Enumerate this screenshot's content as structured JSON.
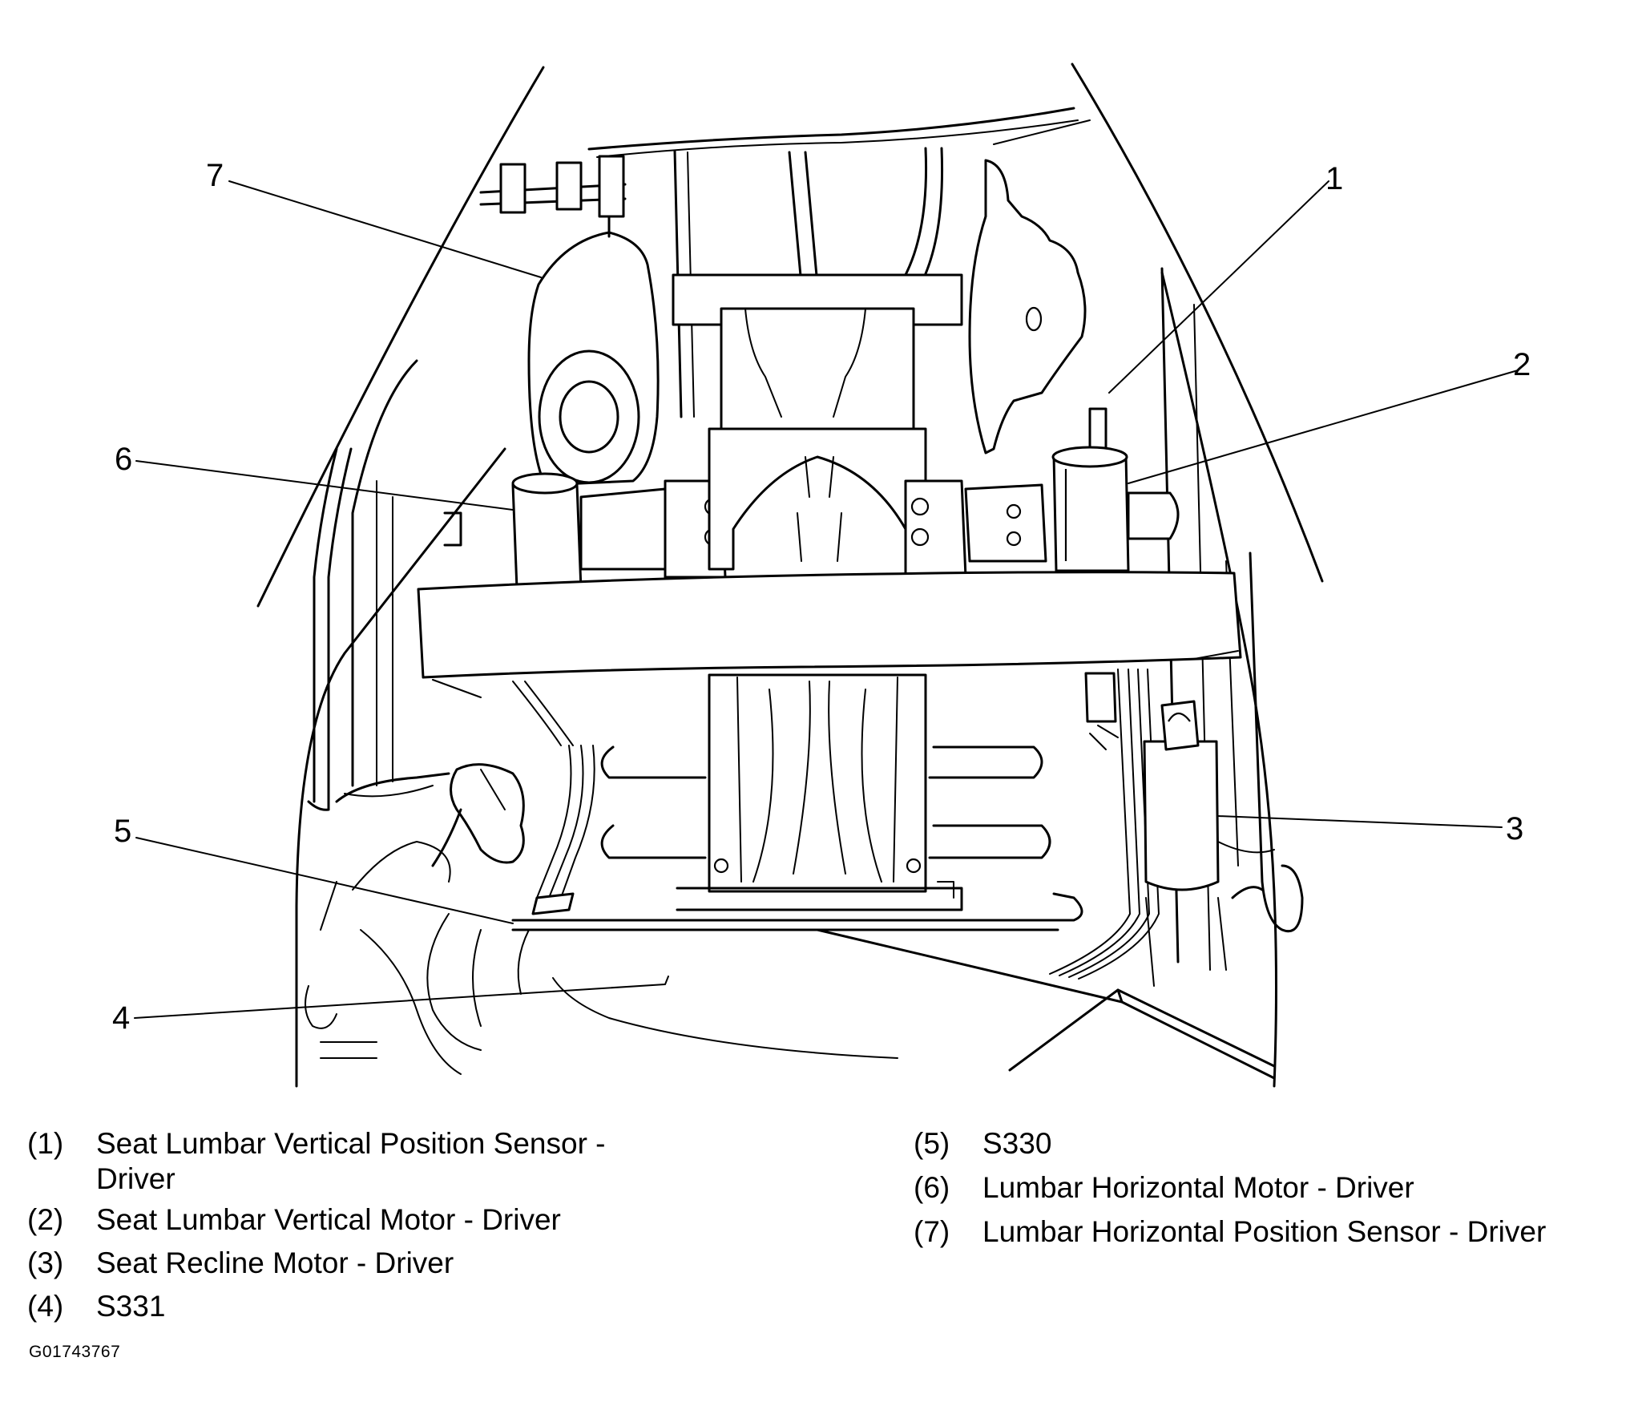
{
  "callouts": [
    "1",
    "2",
    "3",
    "4",
    "5",
    "6",
    "7"
  ],
  "legend": [
    {
      "num": "(1)",
      "text_lines": [
        "Seat Lumbar Vertical Position Sensor -",
        "Driver"
      ]
    },
    {
      "num": "(2)",
      "text_lines": [
        "Seat Lumbar Vertical Motor - Driver"
      ]
    },
    {
      "num": "(3)",
      "text_lines": [
        "Seat Recline Motor - Driver"
      ]
    },
    {
      "num": "(4)",
      "text_lines": [
        "S331"
      ]
    },
    {
      "num": "(5)",
      "text_lines": [
        "S330"
      ]
    },
    {
      "num": "(6)",
      "text_lines": [
        "Lumbar Horizontal Motor - Driver"
      ]
    },
    {
      "num": "(7)",
      "text_lines": [
        "Lumbar Horizontal Position Sensor - Driver"
      ]
    }
  ],
  "figure_id": "G01743767"
}
